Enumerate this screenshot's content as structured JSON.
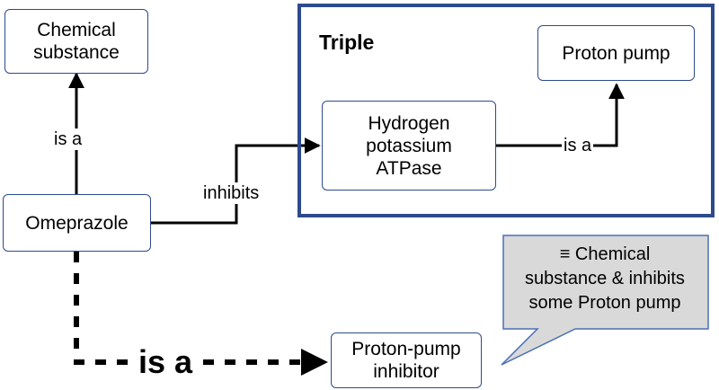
{
  "diagram": {
    "triple_label": "Triple",
    "nodes": {
      "chemical_substance": "Chemical\nsubstance",
      "omeprazole": "Omeprazole",
      "hydrogen_potassium_atpase": "Hydrogen\npotassium\nATPase",
      "proton_pump": "Proton pump",
      "proton_pump_inhibitor": "Proton-pump\ninhibitor"
    },
    "edges": {
      "omeprazole_is_a_chemical": "is a",
      "omeprazole_inhibits_atpase": "inhibits",
      "atpase_is_a_proton_pump": "is a",
      "omeprazole_is_a_ppi": "is a"
    },
    "callout_text": "≡ Chemical\nsubstance & inhibits\nsome Proton pump",
    "colors": {
      "node_border": "#2e4a8c",
      "triple_border": "#2e4a8c",
      "callout_fill": "#d9d9d9",
      "callout_border": "#4a6fb5",
      "arrow": "#000000"
    }
  }
}
